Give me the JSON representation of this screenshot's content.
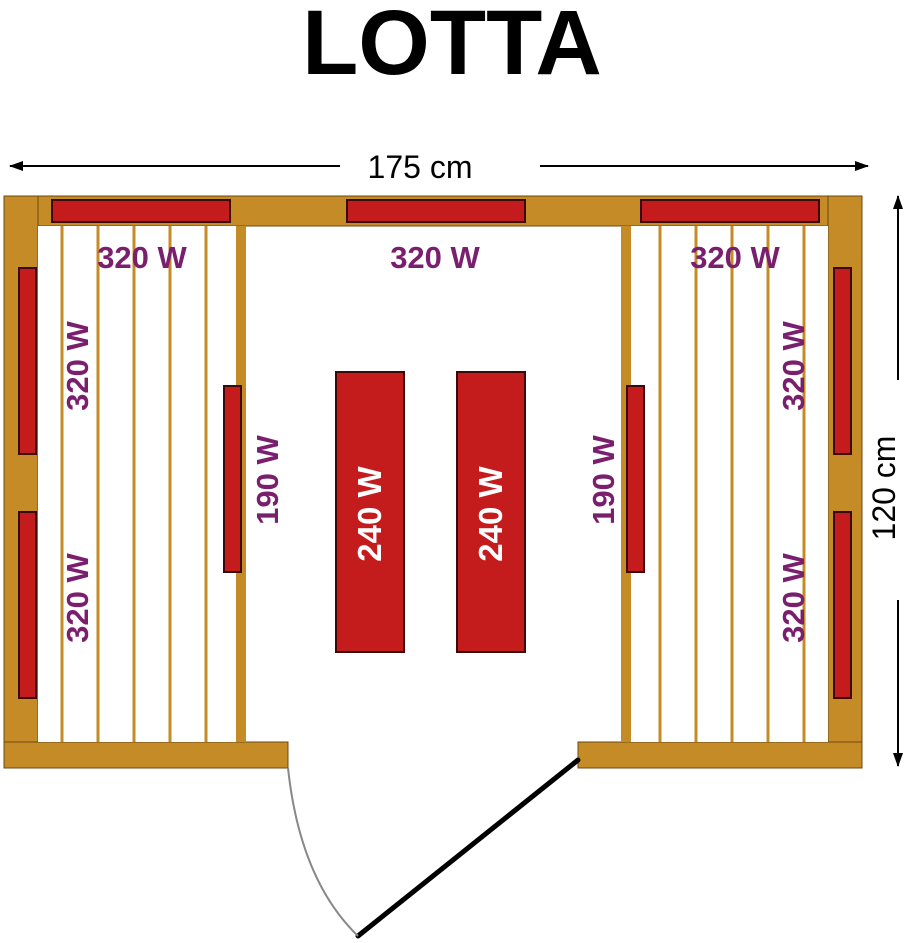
{
  "title": "LOTTA",
  "dimensions": {
    "width_label": "175 cm",
    "depth_label": "120 cm"
  },
  "colors": {
    "wood": "#c48b27",
    "heater": "#c41c1c",
    "watt_text": "#7a1f6e",
    "bench": "#ffffff",
    "floor": "#ffffff"
  },
  "heaters": {
    "back_left": "320 W",
    "back_center": "320 W",
    "back_right": "320 W",
    "left_wall_upper": "320 W",
    "left_wall_lower": "320 W",
    "right_wall_upper": "320 W",
    "right_wall_lower": "320 W",
    "left_bench_front": "190 W",
    "right_bench_front": "190 W",
    "floor_left": "240 W",
    "floor_right": "240 W"
  }
}
